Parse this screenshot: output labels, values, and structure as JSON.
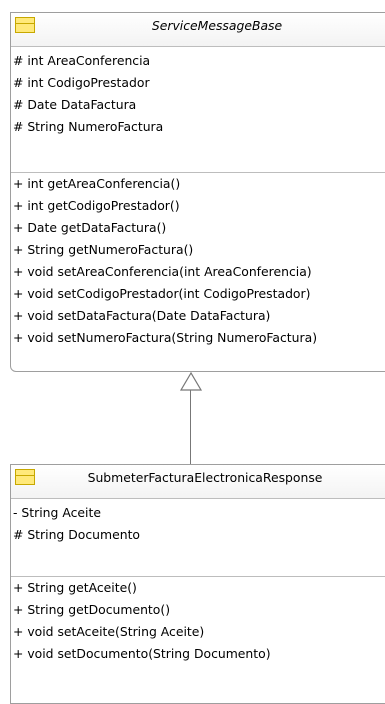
{
  "base_class": {
    "name": "ServiceMessageBase",
    "attributes": [
      "# int AreaConferencia",
      "# int CodigoPrestador",
      "# Date DataFactura",
      "# String NumeroFactura"
    ],
    "methods": [
      "+ int getAreaConferencia()",
      "+ int getCodigoPrestador()",
      "+ Date getDataFactura()",
      "+ String getNumeroFactura()",
      "+ void setAreaConferencia(int AreaConferencia)",
      "+ void setCodigoPrestador(int CodigoPrestador)",
      "+ void setDataFactura(Date DataFactura)",
      "+ void setNumeroFactura(String NumeroFactura)"
    ]
  },
  "derived_class": {
    "name": "SubmeterFacturaElectronicaResponse",
    "attributes": [
      "- String Aceite",
      "# String Documento"
    ],
    "methods": [
      "+ String getAceite()",
      "+ String getDocumento()",
      "+ void setAceite(String Aceite)",
      "+ void setDocumento(String Documento)"
    ]
  },
  "colors": {
    "icon_fill": "#ffe97a",
    "icon_border": "#c7a800",
    "border": "#9e9e9e",
    "connector": "#777777"
  }
}
